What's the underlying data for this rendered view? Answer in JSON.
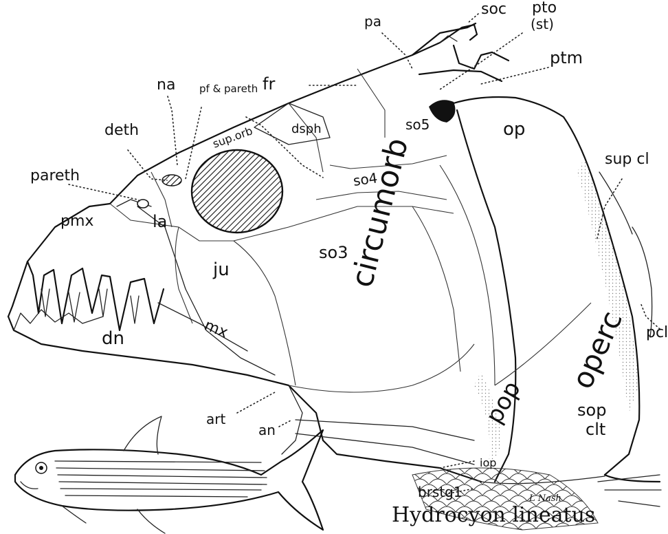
{
  "figure": {
    "caption": "Hydrocyon lineatus",
    "signature": "L Nash"
  },
  "labels": {
    "pa": "pa",
    "soc": "soc",
    "pto": "pto",
    "st": "(st)",
    "ptm": "ptm",
    "fr": "fr",
    "na": "na",
    "pf_pareth": "pf & pareth",
    "deth": "deth",
    "sup_orb": "sup.orb",
    "dsph": "dsph",
    "so5": "so5",
    "op": "op",
    "supcl": "sup cl",
    "pareth": "pareth",
    "so4": "so4",
    "circumorb": "circumorb",
    "la": "la",
    "pmx": "pmx",
    "ju": "ju",
    "so3": "so3",
    "operc": "operc",
    "pcl": "pcl",
    "mx": "mx",
    "dn": "dn",
    "pop": "pop",
    "sop": "sop",
    "clt": "clt",
    "art": "art",
    "an": "an",
    "iop": "iop",
    "brstg": "brstg1"
  }
}
